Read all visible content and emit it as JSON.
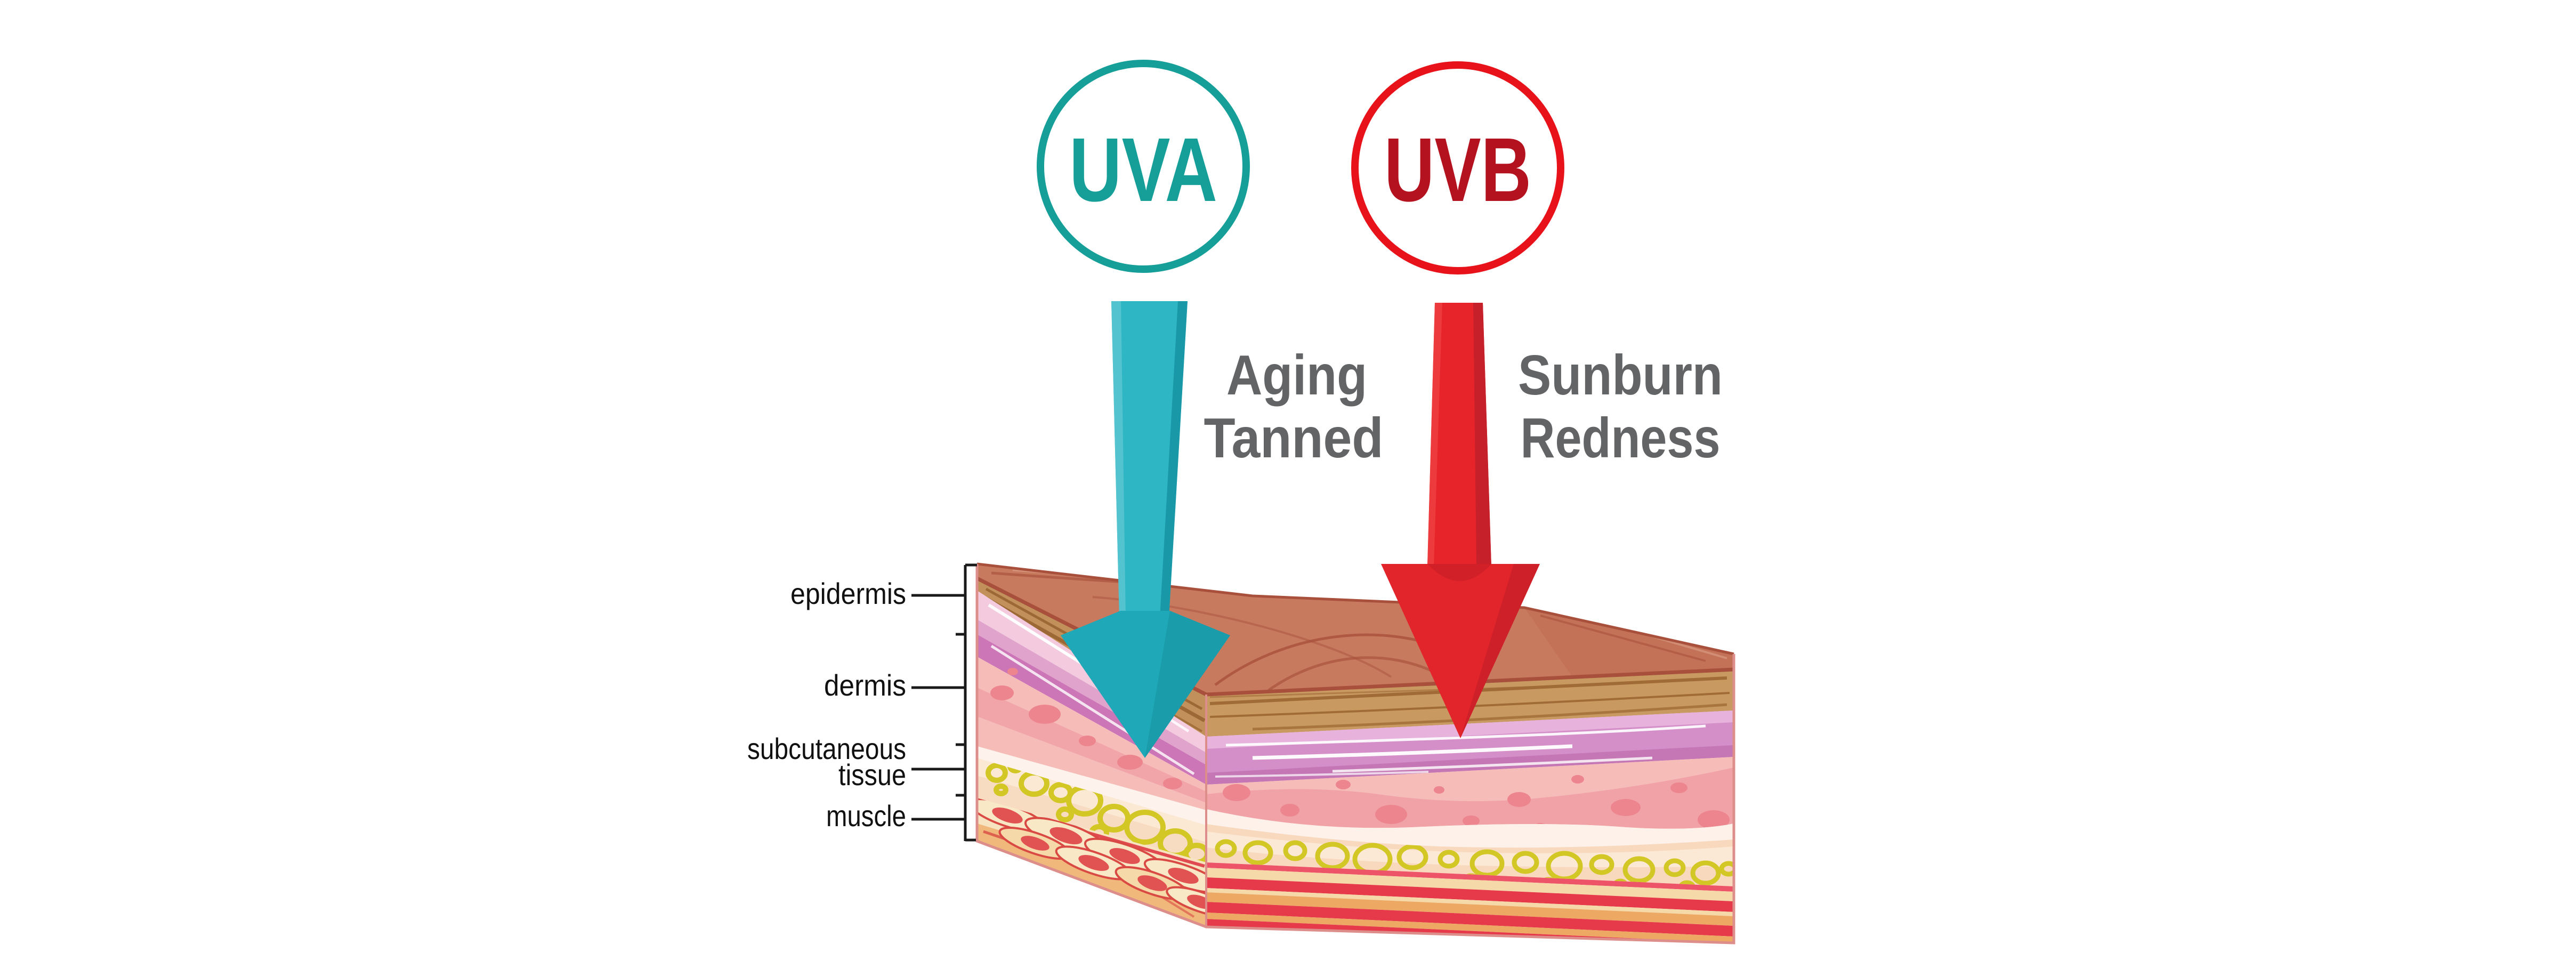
{
  "uva": {
    "label": "UVA",
    "effect_line1": "Aging",
    "effect_line2": "Tanned",
    "circle_color": "#169f99",
    "text_color": "#169f99",
    "arrow_color": "#2fb6c4"
  },
  "uvb": {
    "label": "UVB",
    "effect_line1": "Sunburn",
    "effect_line2": "Redness",
    "circle_color": "#e8121b",
    "text_color": "#b5121f",
    "arrow_color": "#e8242b"
  },
  "skin": {
    "layers": [
      {
        "label": "epidermis"
      },
      {
        "label": "dermis"
      },
      {
        "label": "subcutaneous",
        "label_line2": "tissue"
      },
      {
        "label": "muscle"
      }
    ]
  },
  "colors": {
    "effect_text": "#636466",
    "bracket": "#1a1a1a",
    "skin_top": "#c87a5f",
    "epidermis_tan": "#c89a62",
    "papillary_purple": "#d48fc8",
    "dermis_pink": "#f6bcb8",
    "fat_ring_yellow": "#d2c724",
    "muscle_red": "#e6394a",
    "outline_rose": "#dd8e8a"
  }
}
